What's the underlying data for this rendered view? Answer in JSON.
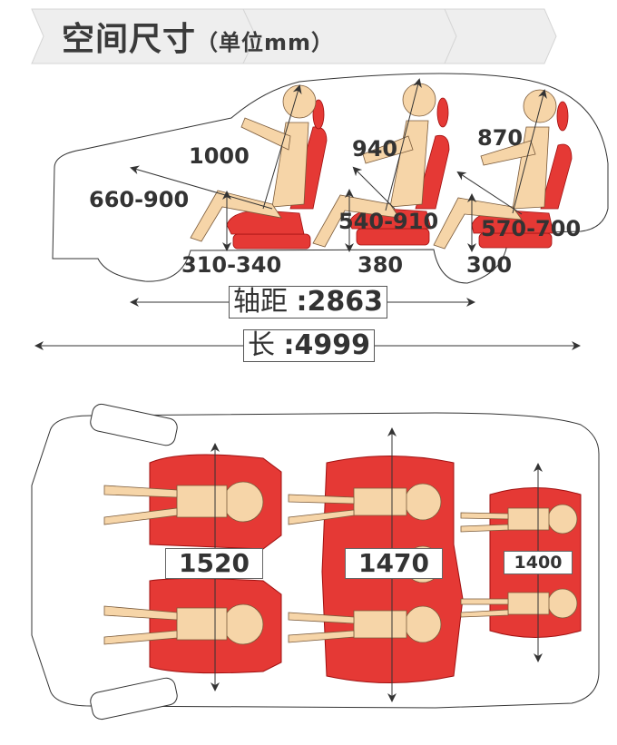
{
  "header": {
    "title": "空间尺寸",
    "unit": "（单位mm）"
  },
  "side_view": {
    "front_headroom": "1000",
    "second_headroom": "940",
    "third_headroom": "870",
    "front_legroom": "660-900",
    "second_legroom": "540-910",
    "third_legroom": "570-700",
    "front_seat_height": "310-340",
    "second_seat_height": "380",
    "third_seat_height": "300",
    "wheelbase_label": "轴距",
    "wheelbase_value": ":2863",
    "length_label": "长",
    "length_value": ":4999"
  },
  "top_view": {
    "front_width": "1520",
    "second_width": "1470",
    "third_width": "1400"
  },
  "colors": {
    "seat": "#e53935",
    "skin": "#f6d5a8",
    "outline": "#333333"
  }
}
